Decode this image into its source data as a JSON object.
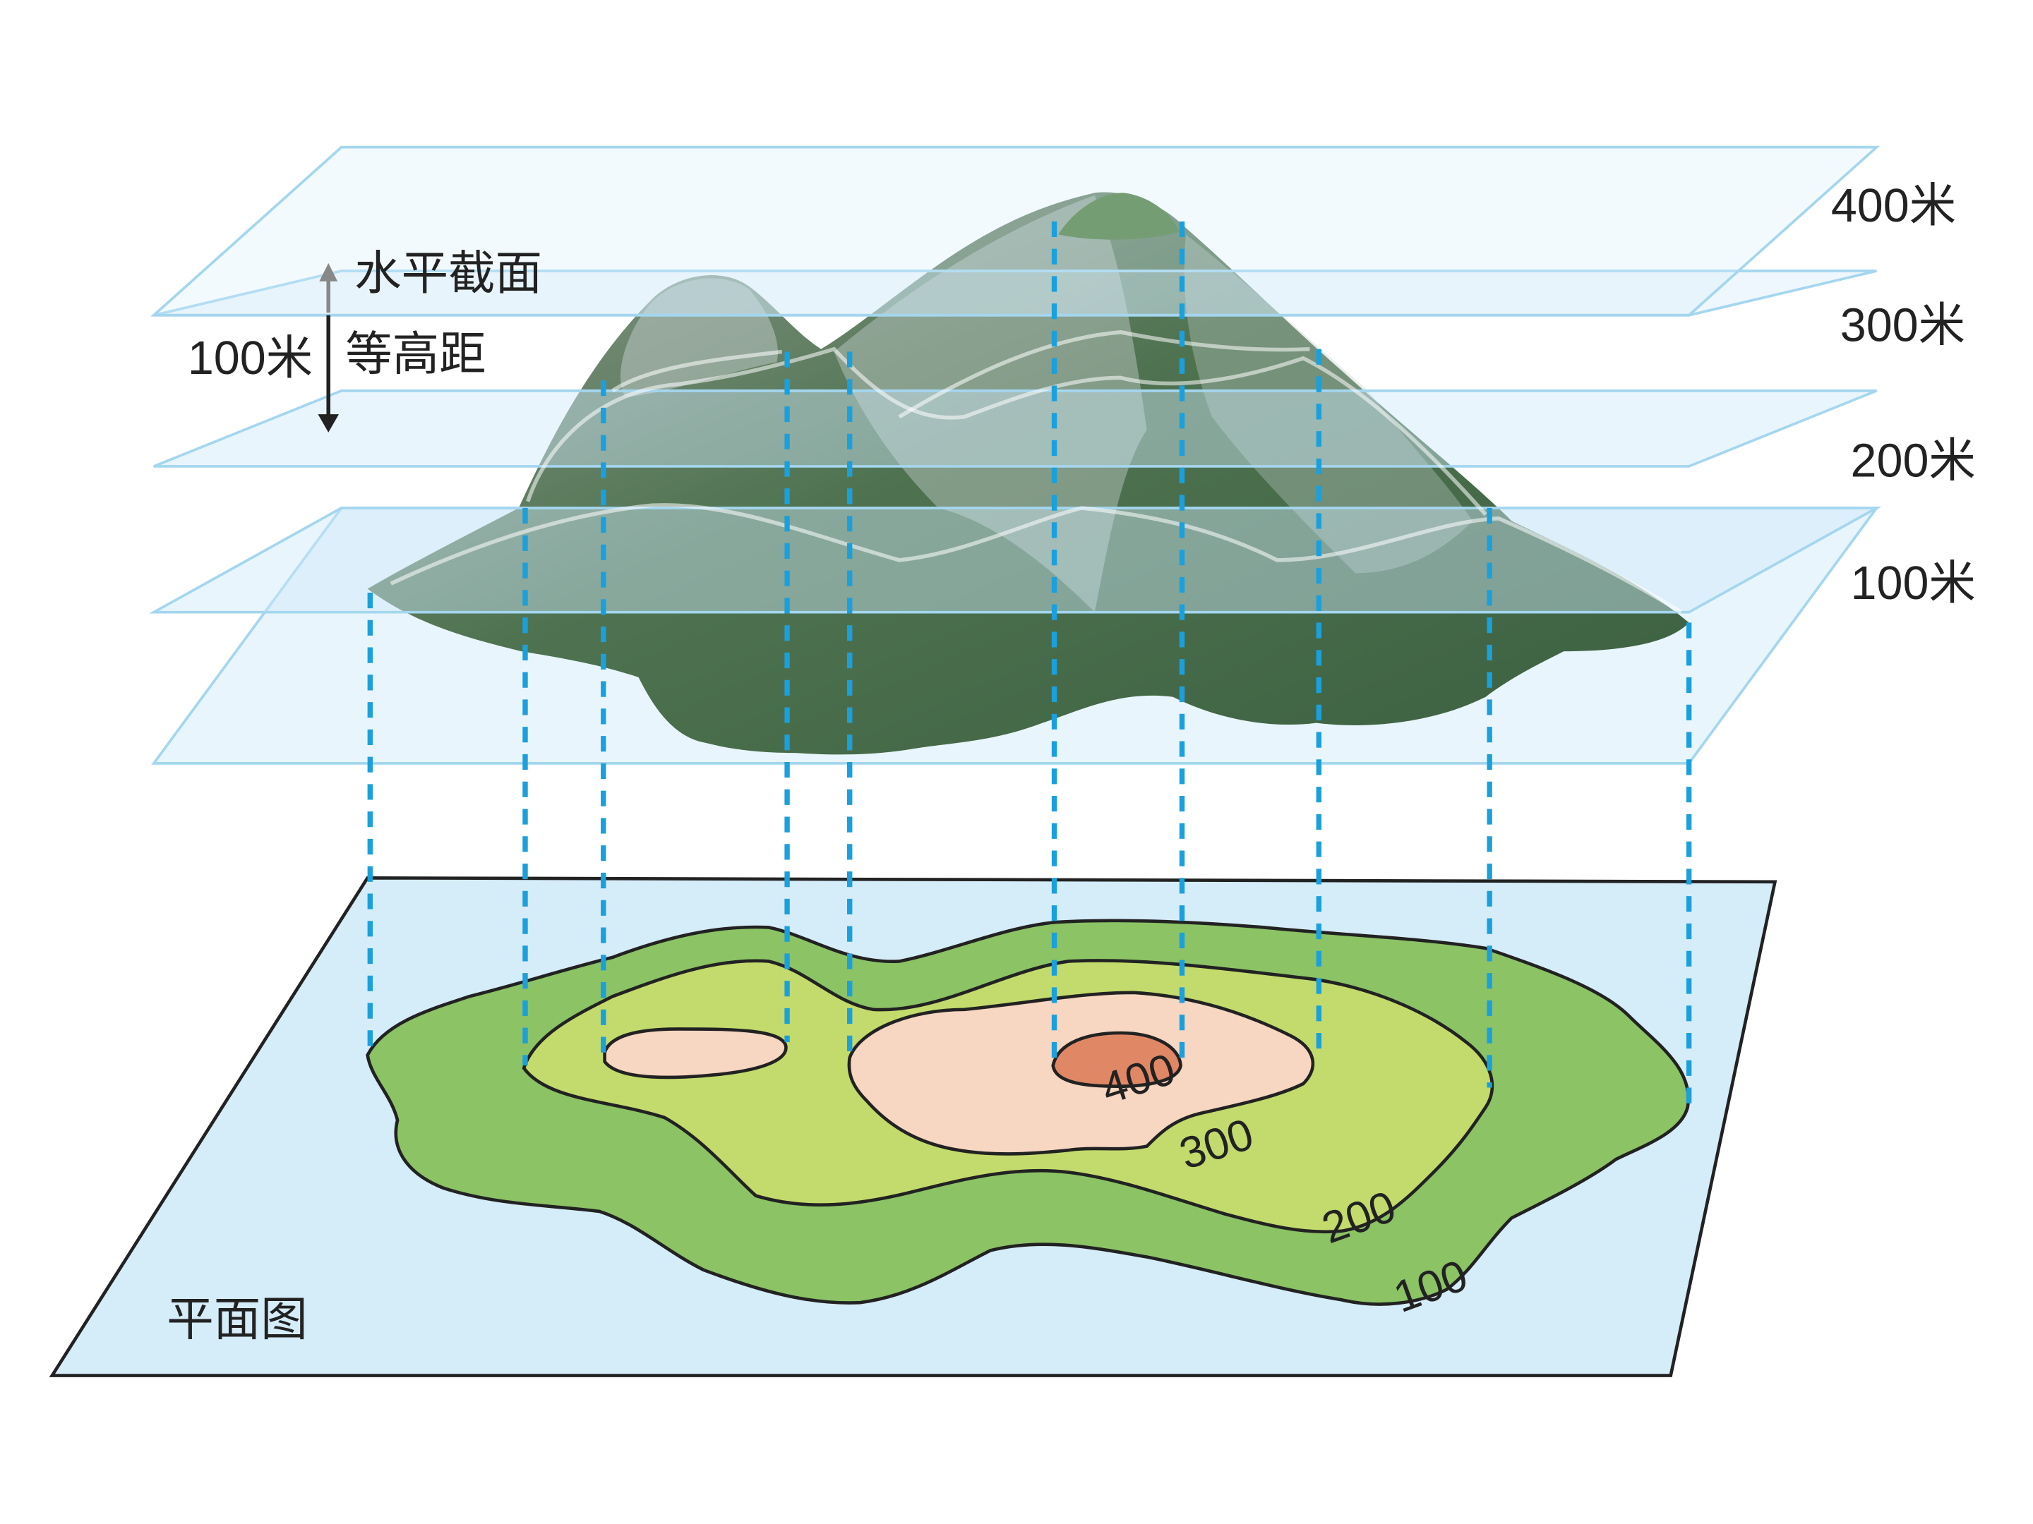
{
  "colors": {
    "plane_fill": "#d5ecf9",
    "plane_stroke": "#9fd3ee",
    "dash": "#1aa0dc",
    "map_outer_green": "#8bc365",
    "map_light_green": "#c3db6c",
    "map_pink": "#f7d6c2",
    "map_peak": "#e08866",
    "mountain_dark": "#46694a",
    "mountain_light": "#a9b7b3"
  },
  "levels": [
    {
      "label": "400米",
      "elevation": 400
    },
    {
      "label": "300米",
      "elevation": 300
    },
    {
      "label": "200米",
      "elevation": 200
    },
    {
      "label": "100米",
      "elevation": 100
    }
  ],
  "annotations": {
    "section_label": "水平截面",
    "interval_value": "100米",
    "interval_label": "等高距"
  },
  "map": {
    "title": "平面图",
    "contour_labels": [
      "400",
      "300",
      "200",
      "100"
    ]
  },
  "icons": [
    "arrow-up-icon",
    "arrow-down-icon"
  ]
}
